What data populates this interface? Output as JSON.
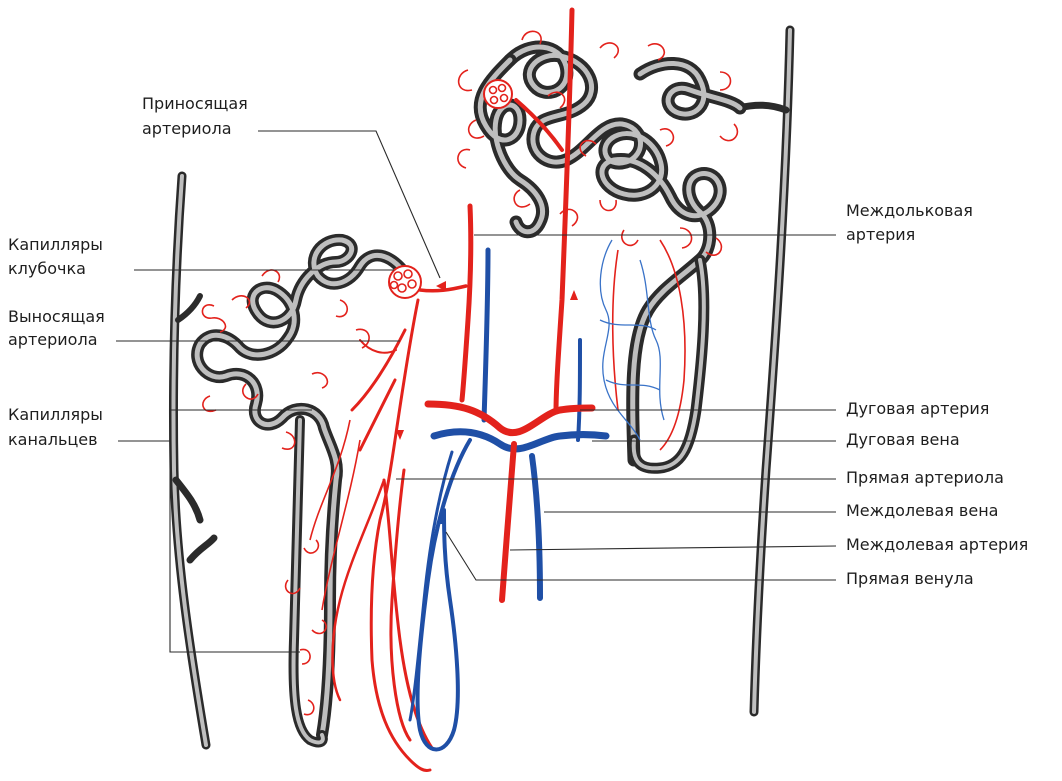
{
  "colors": {
    "artery": "#e3221c",
    "vein": "#1f4fa6",
    "tubule": "#2b2b2b",
    "label_text": "#1e1e1e"
  },
  "labels": {
    "afferent_arteriole": [
      "Приносящая",
      "артериола"
    ],
    "glomerular_capillaries": [
      "Капилляры",
      "клубочка"
    ],
    "efferent_arteriole": [
      "Выносящая",
      "артериола"
    ],
    "tubular_capillaries": [
      "Капилляры",
      "канальцев"
    ],
    "interlobular_artery": [
      "Междольковая",
      "артерия"
    ],
    "arcuate_artery": "Дуговая артерия",
    "arcuate_vein": "Дуговая вена",
    "vasa_recta_arteriole": "Прямая артериола",
    "interlobar_vein": "Междолевая вена",
    "interlobar_artery": "Междолевая артерия",
    "vasa_recta_venule": "Прямая венула"
  }
}
